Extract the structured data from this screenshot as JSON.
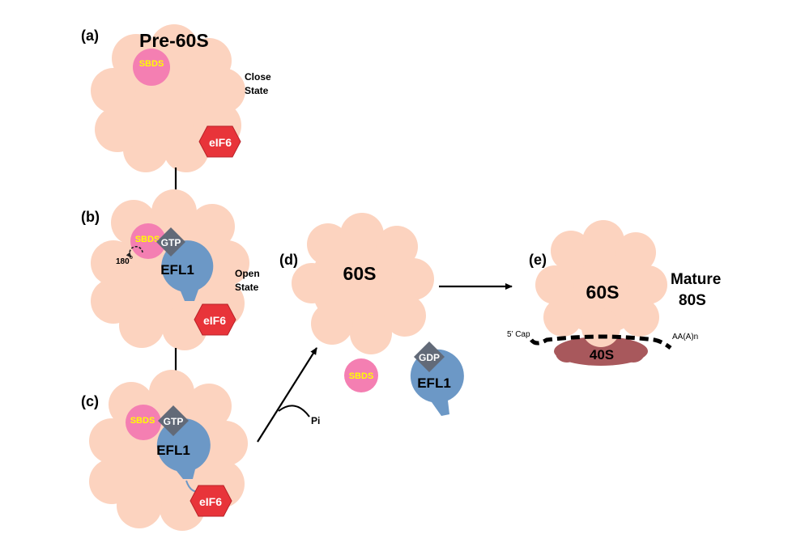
{
  "panels": {
    "a": {
      "letter": "(a)",
      "title": "Pre-60S",
      "sbds": "SBDS",
      "eif6": "eIF6",
      "state": [
        "Close",
        "State"
      ]
    },
    "b": {
      "letter": "(b)",
      "sbds": "SBDS",
      "gtp": "GTP",
      "efl1": "EFL1",
      "rotation": "180",
      "eif6": "eIF6",
      "state": [
        "Open",
        "State"
      ]
    },
    "c": {
      "letter": "(c)",
      "sbds": "SBDS",
      "gtp": "GTP",
      "efl1": "EFL1",
      "eif6": "eIF6"
    },
    "d": {
      "letter": "(d)",
      "subunit": "60S",
      "sbds": "SBDS",
      "gdp": "GDP",
      "efl1": "EFL1",
      "pi": "Pi"
    },
    "e": {
      "letter": "(e)",
      "large": "60S",
      "small": "40S",
      "cap": "5’ Cap",
      "polya": "AA(A)n",
      "mature": [
        "Mature",
        "80S"
      ]
    }
  },
  "colors": {
    "ribosome": "#fcd3bf",
    "sbds": "#f47fb2",
    "sbds_text": "#ffff00",
    "eif6": "#e8343a",
    "efl1": "#6c98c6",
    "gtp": "#626a78",
    "small_subunit": "#a8585c",
    "arrow": "#000000"
  },
  "icons": [
    "ribosome-blob",
    "sbds-circle",
    "eif6-hexagon",
    "efl1-shape",
    "gtp-diamond",
    "rotation-arrow-icon",
    "mrna-dashed-line",
    "reaction-arrow"
  ]
}
